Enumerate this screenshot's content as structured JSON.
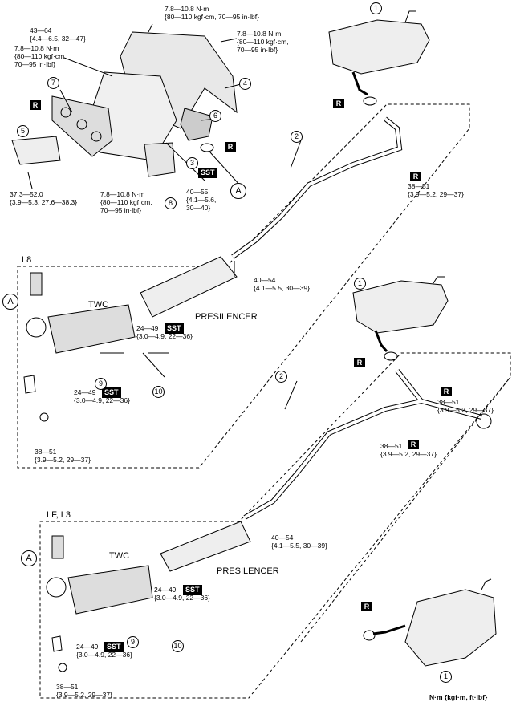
{
  "torques": {
    "t1": "7.8—10.8 N·m\n{80—110 kgf·cm, 70—95 in·lbf}",
    "t2": "43—64\n{4.4—6.5, 32—47}",
    "t3": "7.8—10.8 N·m\n{80—110 kgf·cm,\n70—95 in·lbf}",
    "t4": "7.8—10.8 N·m\n{80—110 kgf·cm,\n70—95 in·lbf}",
    "t5": "37.3—52.0\n{3.9—5.3, 27.6—38.3}",
    "t6": "40—55\n{4.1—5.6,\n30—40}",
    "t7": "7.8—10.8 N·m\n{80—110 kgf·cm,\n70—95 in·lbf}",
    "t8": "38—51\n{3.9—5.2, 29—37}",
    "t9": "40—54\n{4.1—5.5, 30—39}",
    "t10": "24—49\n{3.0—4.9, 22—36}",
    "t11": "24—49\n{3.0—4.9, 22—36}",
    "t12": "38—51\n{3.9—5.2, 29—37}",
    "t13": "38—51\n{3.9—5.2, 29—37}",
    "t14": "38—51\n{3.9—5.2, 29—37}",
    "t15": "40—54\n{4.1—5.5, 30—39}",
    "t16": "24—49\n{3.0—4.9, 22—36}",
    "t17": "24—49\n{3.0—4.9, 22—36}",
    "t18": "38—51\n{3.9—5.2, 29—37}"
  },
  "labels": {
    "l8": "L8",
    "lf_l3": "LF, L3",
    "twc_upper": "TWC",
    "twc_lower": "TWC",
    "presilencer_upper": "PRESILENCER",
    "presilencer_lower": "PRESILENCER",
    "units": "N·m {kgf·m, ft·lbf}"
  },
  "marks": {
    "r": "R",
    "sst": "SST",
    "ref_a": "A"
  },
  "callouts": {
    "c1": "1",
    "c2": "2",
    "c3": "3",
    "c4": "4",
    "c5": "5",
    "c6": "6",
    "c7": "7",
    "c8": "8",
    "c9": "9",
    "c10": "10"
  }
}
